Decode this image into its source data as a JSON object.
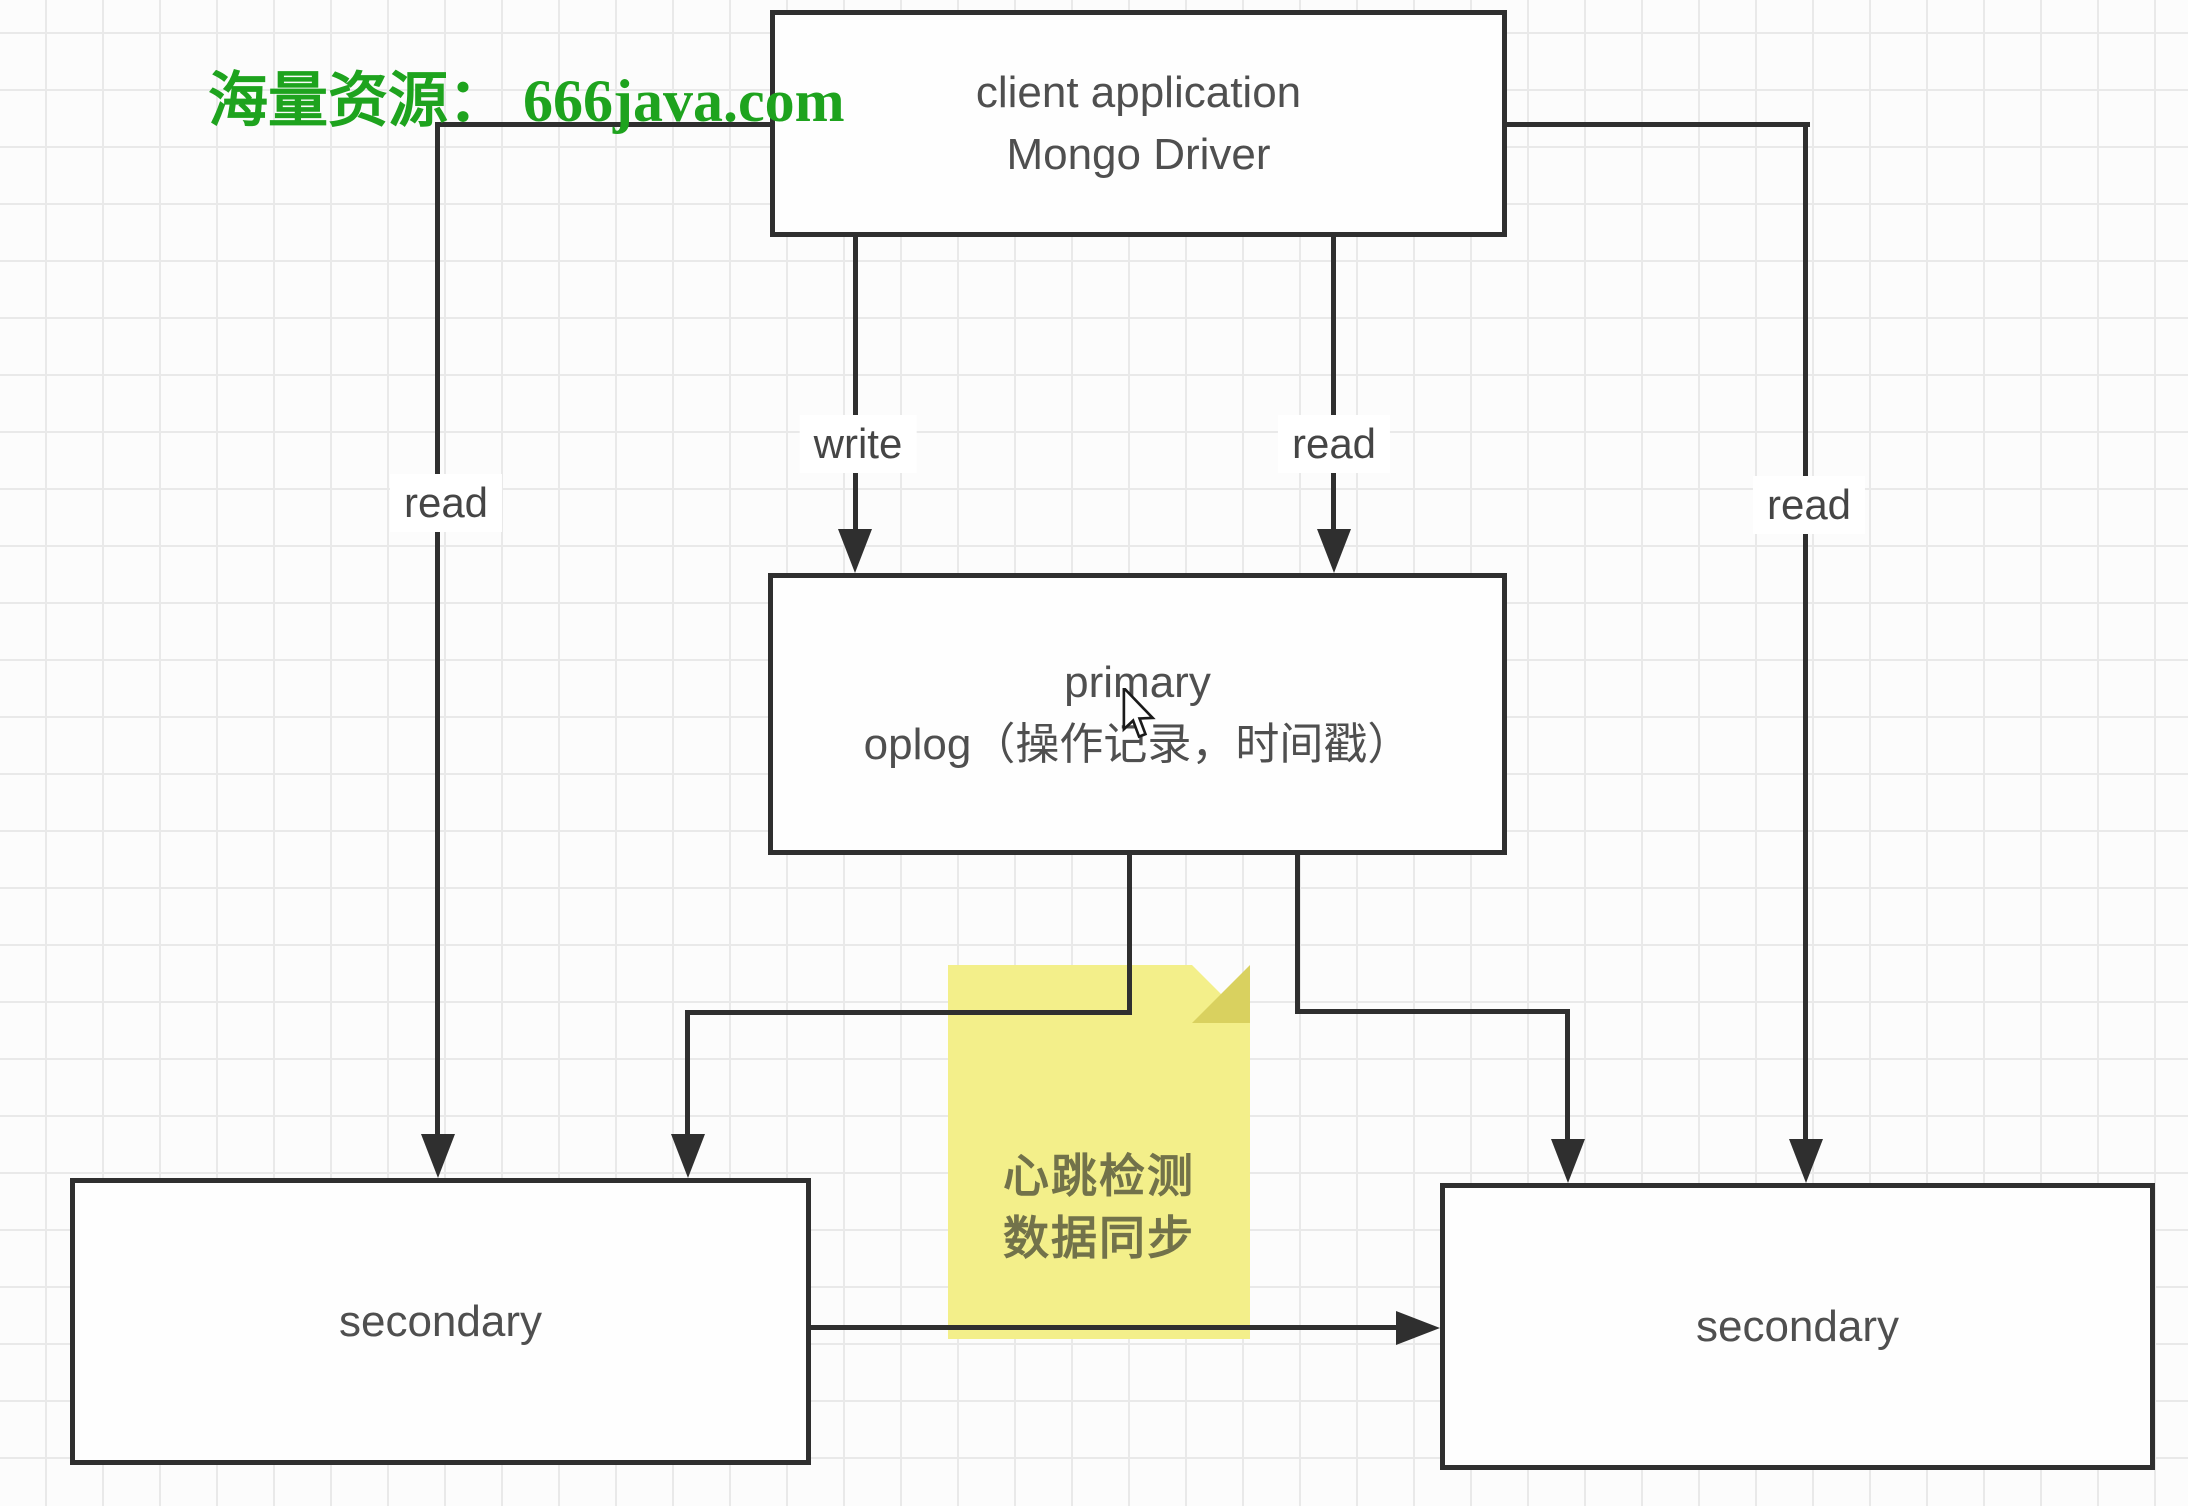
{
  "watermark": {
    "text": "海量资源： 666java.com",
    "color": "#1ea31e"
  },
  "nodes": {
    "client": {
      "line1": "client application",
      "line2": "Mongo Driver"
    },
    "primary": {
      "line1": "primary",
      "line2": "oplog（操作记录，时间戳）"
    },
    "secondary_left": {
      "label": "secondary"
    },
    "secondary_right": {
      "label": "secondary"
    }
  },
  "edges": {
    "write_label": "write",
    "read_center_label": "read",
    "read_left_label": "read",
    "read_right_label": "read"
  },
  "note": {
    "line1": "心跳检测",
    "line2": "数据同步",
    "bg_color": "#f3ef8a",
    "fold_color": "#d9d15f",
    "text_color": "#72724a"
  },
  "colors": {
    "connector": "#2f2f2f",
    "node_border": "#2f2f2f",
    "node_text": "#4f4f4f",
    "grid_line": "#e9e9e9",
    "background": "#fcfcfc"
  }
}
